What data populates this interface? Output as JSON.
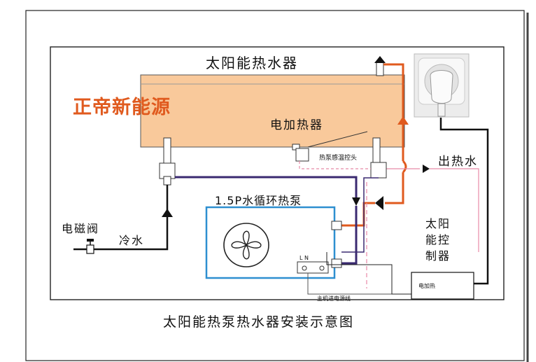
{
  "diagram": {
    "title_top": "太阳能热水器",
    "brand": "正帝新能源",
    "electric_heater": "电加热器",
    "heat_pump_sensor": "热泵感温控头",
    "hot_water_out": "出热水",
    "heat_pump": "1.5P水循环热泵",
    "solenoid_valve": "电磁阀",
    "cold_water": "冷水",
    "controller_line1": "太阳",
    "controller_line2": "能控",
    "controller_line3": "制器",
    "terminal_ln": "L  N",
    "main_power_line": "主机进电源线",
    "controller_box_label": "电加热",
    "caption": "太阳能热泵热水器安装示意图"
  },
  "colors": {
    "tank_fill": "#f9c99b",
    "heat_pump_border": "#2e8fd0",
    "hot_pipe": "#e05a1e",
    "cold_pipe": "#3a2a70",
    "brand_text": "#e05a1e",
    "sensor_line": "#e88aa8"
  }
}
